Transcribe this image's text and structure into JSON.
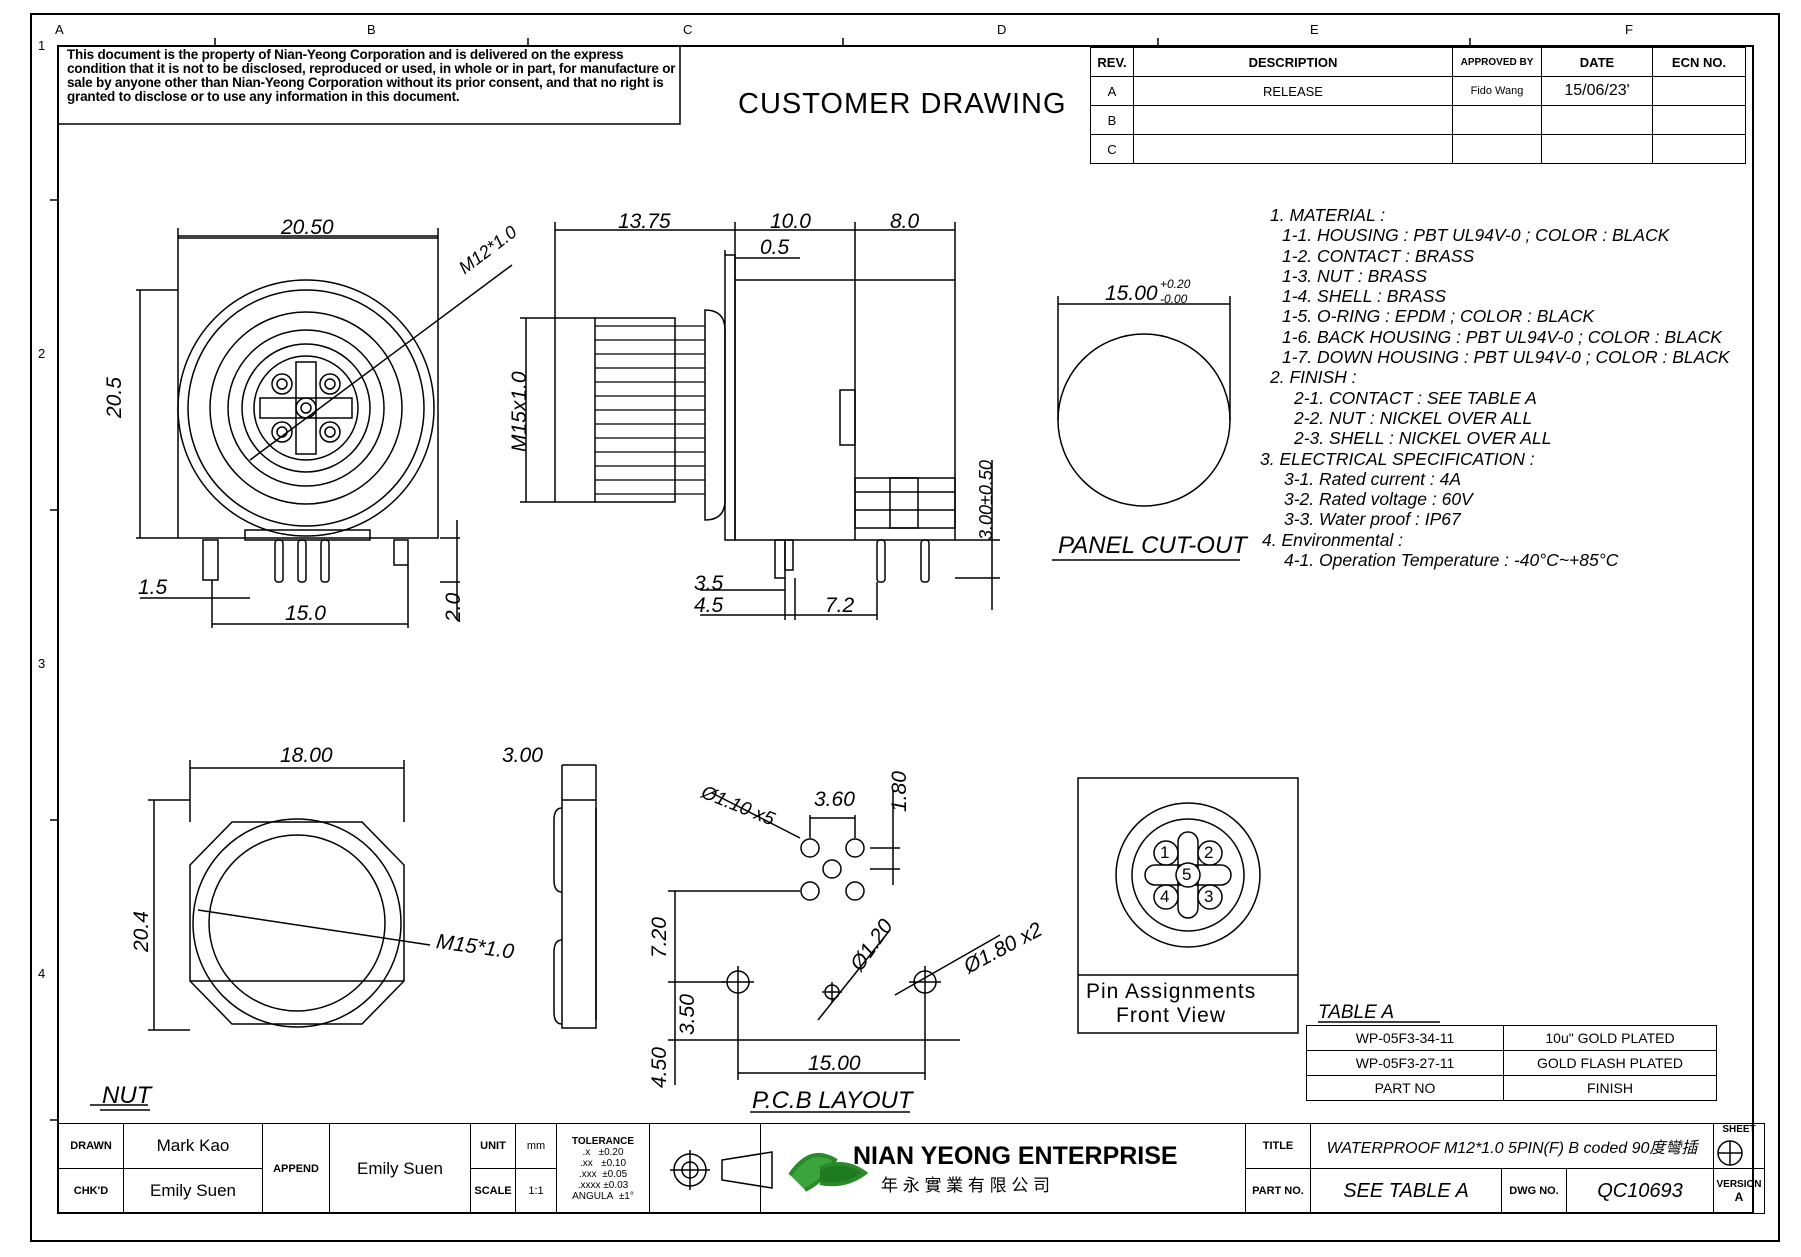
{
  "frame": {
    "column_letters": [
      "A",
      "B",
      "C",
      "D",
      "E",
      "F"
    ],
    "row_numbers": [
      "1",
      "2",
      "3",
      "4"
    ]
  },
  "proprietary_notice": "This document is the property of Nian-Yeong Corporation and is delivered on the express condition that it is not to be disclosed, reproduced or used, in whole or in part, for manufacture or sale by anyone other than Nian-Yeong Corporation without its prior consent, and that no right is granted to disclose or to use any information in this document.",
  "drawing_title": "CUSTOMER DRAWING",
  "revision_table": {
    "headers": [
      "REV.",
      "DESCRIPTION",
      "APPROVED BY",
      "DATE",
      "ECN NO."
    ],
    "rows": [
      {
        "rev": "A",
        "description": "RELEASE",
        "approved": "Fido Wang",
        "date": "15/06/23'",
        "ecn": ""
      },
      {
        "rev": "B",
        "description": "",
        "approved": "",
        "date": "",
        "ecn": ""
      },
      {
        "rev": "C",
        "description": "",
        "approved": "",
        "date": "",
        "ecn": ""
      }
    ]
  },
  "notes": [
    "1. MATERIAL :",
    "1-1. HOUSING : PBT UL94V-0 ; COLOR : BLACK",
    "1-2. CONTACT : BRASS",
    "1-3. NUT : BRASS",
    "1-4. SHELL : BRASS",
    "1-5. O-RING : EPDM ; COLOR : BLACK",
    "1-6. BACK HOUSING : PBT UL94V-0 ; COLOR : BLACK",
    "1-7. DOWN HOUSING : PBT UL94V-0 ; COLOR : BLACK",
    "2. FINISH :",
    "2-1. CONTACT : SEE TABLE A",
    "2-2. NUT : NICKEL OVER ALL",
    "2-3. SHELL : NICKEL OVER ALL",
    "3. ELECTRICAL SPECIFICATION :",
    "3-1. Rated current : 4A",
    "3-2. Rated voltage : 60V",
    "3-3. Water proof : IP67",
    "4. Environmental :",
    "4-1. Operation Temperature : -40°C~+85°C"
  ],
  "dimensions": {
    "front_width": "20.50",
    "front_height": "20.5",
    "thread_front": "M12*1.0",
    "pin_offset": "1.5",
    "pin_pitch": "15.0",
    "pin_length": "2.0",
    "side_13_75": "13.75",
    "side_10_0": "10.0",
    "side_8_0": "8.0",
    "side_0_5": "0.5",
    "side_thread": "M15x1.0",
    "side_3_00": "3.00±0.50",
    "side_3_5": "3.5",
    "side_4_5": "4.5",
    "side_7_2": "7.2",
    "cutout_dia": "15.00",
    "cutout_tol_upper": "+0.20",
    "cutout_tol_lower": "-0.00",
    "nut_width": "18.00",
    "nut_height": "20.4",
    "nut_thread": "M15*1.0",
    "nut_thickness": "3.00",
    "pcb_hole": "Ø1.10 x5",
    "pcb_3_60": "3.60",
    "pcb_1_80": "1.80",
    "pcb_7_20": "7.20",
    "pcb_1_20": "Ø1.20",
    "pcb_1_80x2": "Ø1.80 x2",
    "pcb_3_50": "3.50",
    "pcb_4_50": "4.50",
    "pcb_15_00": "15.00"
  },
  "view_labels": {
    "panel_cutout": "PANEL CUT-OUT",
    "nut": "NUT",
    "pcb_layout": "P.C.B LAYOUT",
    "pin_assign_line1": "Pin Assignments",
    "pin_assign_line2": "Front View",
    "pin_numbers": [
      "1",
      "2",
      "3",
      "4",
      "5"
    ]
  },
  "table_a": {
    "title": "TABLE A",
    "rows": [
      {
        "part": "WP-05F3-34-11",
        "finish": "10u\" GOLD PLATED"
      },
      {
        "part": "WP-05F3-27-11",
        "finish": "GOLD FLASH PLATED"
      }
    ],
    "header_part": "PART NO",
    "header_finish": "FINISH"
  },
  "title_block": {
    "drawn_label": "DRAWN",
    "drawn": "Mark Kao",
    "chkd_label": "CHK'D",
    "chkd": "Emily Suen",
    "append_label": "APPEND",
    "append": "Emily Suen",
    "unit_label": "UNIT",
    "unit": "mm",
    "scale_label": "SCALE",
    "scale": "1:1",
    "tolerance_title": "TOLERANCE",
    "tolerances": [
      {
        "k": ".x",
        "v": "±0.20"
      },
      {
        "k": ".xx",
        "v": "±0.10"
      },
      {
        "k": ".xxx",
        "v": "±0.05"
      },
      {
        "k": ".xxxx",
        "v": "±0.03"
      },
      {
        "k": "ANGULA",
        "v": "±1°"
      }
    ],
    "company": "NIAN YEONG ENTERPRISE",
    "company_cn": "年 永 實 業 有 限 公 司",
    "title_label": "TITLE",
    "title": "WATERPROOF M12*1.0 5PIN(F) B coded 90度彎插",
    "partno_label": "PART NO.",
    "partno": "SEE TABLE A",
    "dwgno_label": "DWG NO.",
    "dwgno": "QC10693",
    "sheet_label": "SHEET",
    "version_label": "VERSION",
    "version": "A"
  }
}
